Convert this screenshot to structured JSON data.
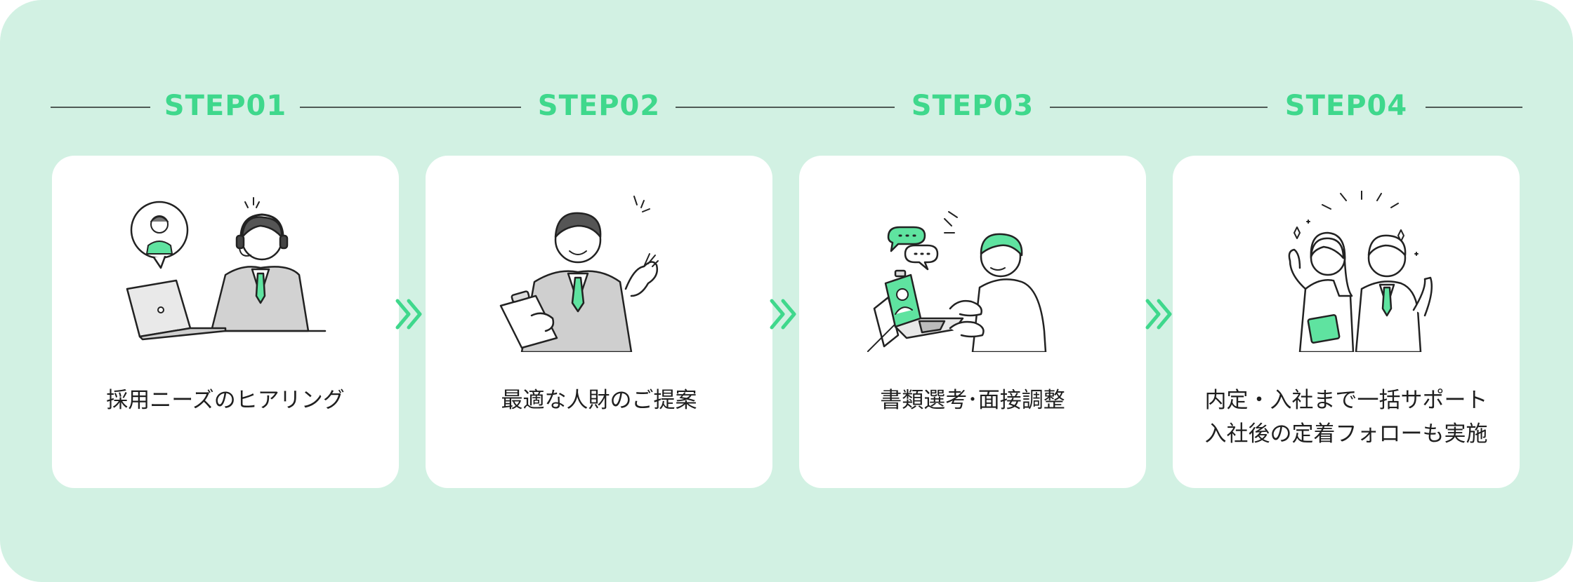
{
  "steps": [
    {
      "label": "STEP01",
      "caption": [
        "採用ニーズのヒアリング"
      ]
    },
    {
      "label": "STEP02",
      "caption": [
        "最適な人財のご提案"
      ]
    },
    {
      "label": "STEP03",
      "caption": [
        "書類選考･面接調整"
      ]
    },
    {
      "label": "STEP04",
      "caption": [
        "内定・入社まで一括サポート",
        "入社後の定着フォローも実施"
      ]
    }
  ],
  "colors": {
    "background": "#d2f1e3",
    "accent": "#3fd88c",
    "card": "#ffffff",
    "text": "#1f1f1f",
    "line": "#4f5a55"
  },
  "icons": [
    "consultant-headset-laptop-icon",
    "presenter-clipboard-icon",
    "video-interview-icon",
    "celebrating-couple-icon",
    "double-chevron-right-icon"
  ]
}
